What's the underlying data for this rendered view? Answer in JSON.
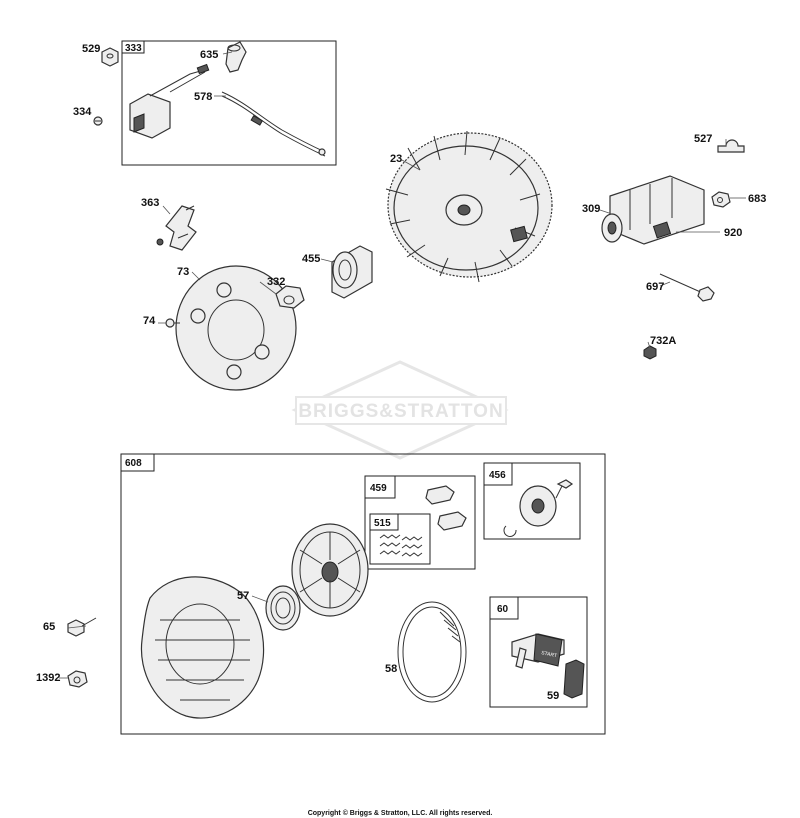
{
  "watermark": {
    "logo_text": "BRIGGS&STRATTON"
  },
  "copyright": "Copyright © Briggs & Stratton, LLC. All rights reserved.",
  "group_boxes": [
    {
      "id": "333",
      "label": "333"
    },
    {
      "id": "608",
      "label": "608"
    },
    {
      "id": "459",
      "label": "459"
    },
    {
      "id": "515",
      "label": "515"
    },
    {
      "id": "456",
      "label": "456"
    },
    {
      "id": "60",
      "label": "60"
    }
  ],
  "callouts": [
    {
      "id": "529",
      "label": "529"
    },
    {
      "id": "334",
      "label": "334"
    },
    {
      "id": "635",
      "label": "635"
    },
    {
      "id": "578",
      "label": "578"
    },
    {
      "id": "23",
      "label": "23"
    },
    {
      "id": "527",
      "label": "527"
    },
    {
      "id": "683",
      "label": "683"
    },
    {
      "id": "309",
      "label": "309"
    },
    {
      "id": "920",
      "label": "920"
    },
    {
      "id": "697",
      "label": "697"
    },
    {
      "id": "732A",
      "label": "732A"
    },
    {
      "id": "363",
      "label": "363"
    },
    {
      "id": "73",
      "label": "73"
    },
    {
      "id": "332",
      "label": "332"
    },
    {
      "id": "455",
      "label": "455"
    },
    {
      "id": "74",
      "label": "74"
    },
    {
      "id": "57",
      "label": "57"
    },
    {
      "id": "58",
      "label": "58"
    },
    {
      "id": "59",
      "label": "59"
    },
    {
      "id": "65",
      "label": "65"
    },
    {
      "id": "1392",
      "label": "1392"
    }
  ],
  "parts": {
    "starter_cup_text": "START"
  }
}
